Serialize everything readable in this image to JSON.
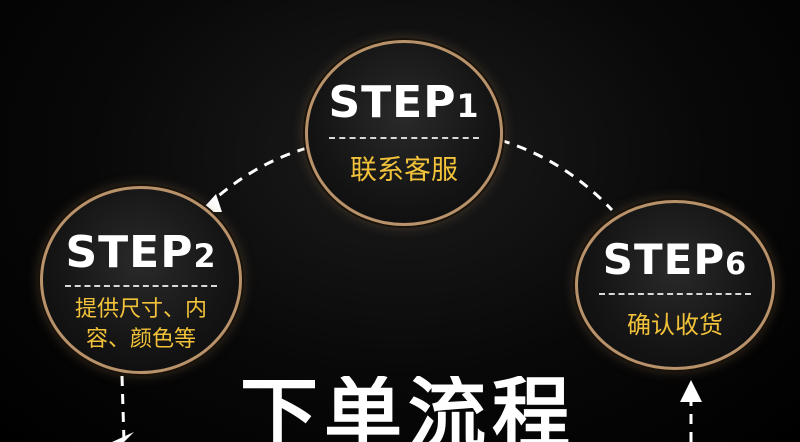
{
  "steps": [
    {
      "id": "step1",
      "title": "STEP",
      "number": "1",
      "desc": "联系客服"
    },
    {
      "id": "step2",
      "title": "STEP",
      "number": "2",
      "desc": "提供尺寸、内容、颜色等"
    },
    {
      "id": "step6",
      "title": "STEP",
      "number": "6",
      "desc": "确认收货"
    }
  ],
  "main_title": "下单流程",
  "colors": {
    "circle_border": "#b8926a",
    "desc_text": "#f2c33a",
    "title_text": "#ffffff",
    "background": "#000000"
  }
}
